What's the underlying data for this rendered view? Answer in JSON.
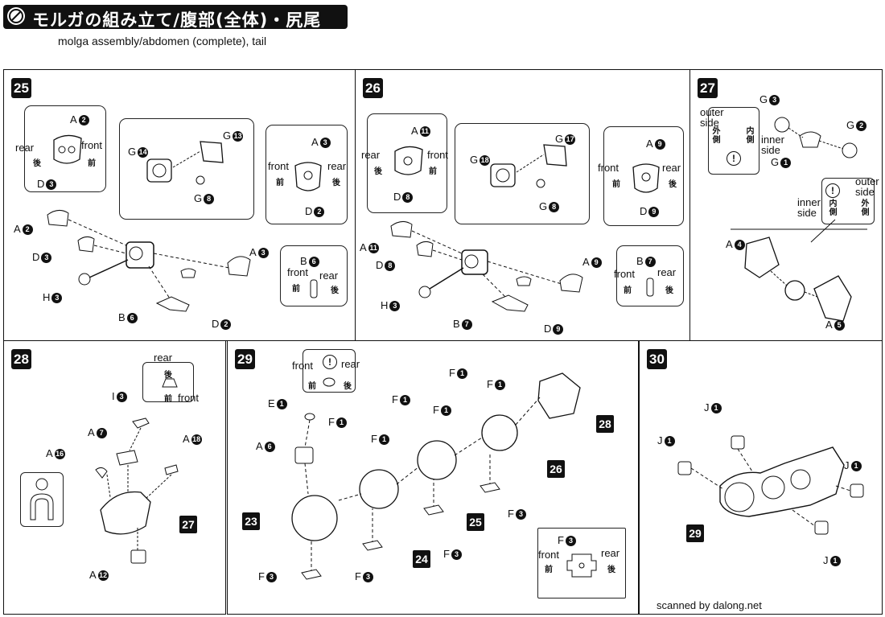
{
  "header": {
    "title": "モルガの組み立て/腹部(全体)・尻尾",
    "subtitle": "molga assembly/abdomen (complete), tail"
  },
  "credit": "scanned by dalong.net",
  "words": {
    "front": "front",
    "rear": "rear",
    "jp_front": "前",
    "jp_rear": "後",
    "outer_side": "outer side",
    "inner_side": "inner side",
    "jp_outer": "外側",
    "jp_inner": "内側",
    "warn": "!"
  },
  "steps": {
    "s25": {
      "num": "25",
      "top_a": "A",
      "top_a_n": "2",
      "top_d": "D",
      "top_d_n": "3",
      "mid_g1": "G",
      "mid_g1_n": "14",
      "mid_g2": "G",
      "mid_g2_n": "13",
      "mid_g3": "G",
      "mid_g3_n": "8",
      "right_a": "A",
      "right_a_n": "3",
      "right_d": "D",
      "right_d_n": "2",
      "box_b": "B",
      "box_b_n": "6",
      "p_a2": "A",
      "p_a2_n": "2",
      "p_d3": "D",
      "p_d3_n": "3",
      "p_h3": "H",
      "p_h3_n": "3",
      "p_b6": "B",
      "p_b6_n": "6",
      "p_d2": "D",
      "p_d2_n": "2",
      "p_a3": "A",
      "p_a3_n": "3"
    },
    "s26": {
      "num": "26",
      "top_a": "A",
      "top_a_n": "11",
      "top_d": "D",
      "top_d_n": "8",
      "mid_g1": "G",
      "mid_g1_n": "18",
      "mid_g2": "G",
      "mid_g2_n": "17",
      "mid_g3": "G",
      "mid_g3_n": "8",
      "right_a": "A",
      "right_a_n": "9",
      "right_d": "D",
      "right_d_n": "9",
      "box_b": "B",
      "box_b_n": "7",
      "p_a11": "A",
      "p_a11_n": "11",
      "p_d8": "D",
      "p_d8_n": "8",
      "p_h3": "H",
      "p_h3_n": "3",
      "p_b7": "B",
      "p_b7_n": "7",
      "p_d9": "D",
      "p_d9_n": "9",
      "p_a9": "A",
      "p_a9_n": "9"
    },
    "s27": {
      "num": "27",
      "g3": "G",
      "g3_n": "3",
      "g1": "G",
      "g1_n": "1",
      "g2": "G",
      "g2_n": "2",
      "a4": "A",
      "a4_n": "4",
      "a5": "A",
      "a5_n": "5"
    },
    "s28": {
      "num": "28",
      "i3": "I",
      "i3_n": "3",
      "a7": "A",
      "a7_n": "7",
      "a18": "A",
      "a18_n": "18",
      "a16": "A",
      "a16_n": "16",
      "a12": "A",
      "a12_n": "12",
      "ref27": "27"
    },
    "s29": {
      "num": "29",
      "e1": "E",
      "e1_n": "1",
      "a6": "A",
      "a6_n": "6",
      "f": "F",
      "f1_n": "1",
      "f3_n": "3",
      "refs": [
        "28",
        "26",
        "25",
        "24",
        "23"
      ]
    },
    "s30": {
      "num": "30",
      "j": "J",
      "j_n": "1",
      "ref29": "29"
    }
  },
  "colors": {
    "ink": "#111111",
    "paper": "#ffffff"
  }
}
